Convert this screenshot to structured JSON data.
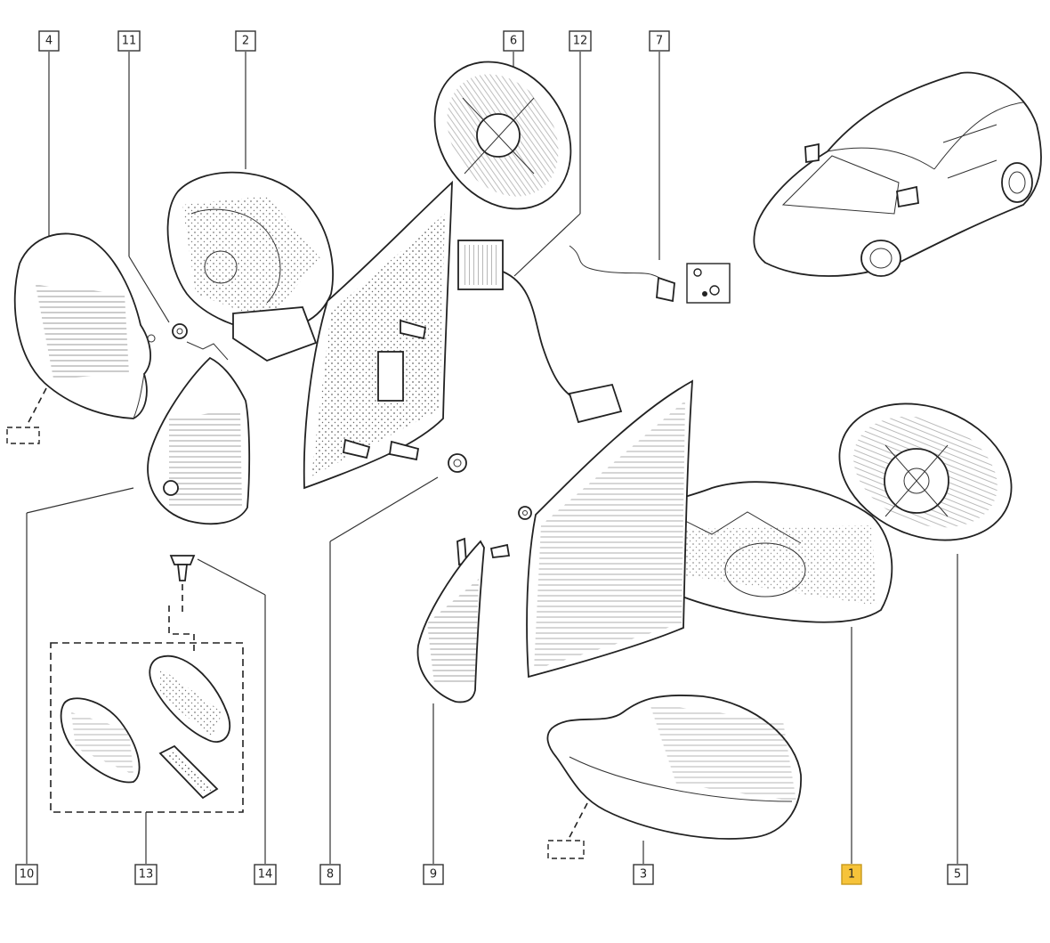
{
  "diagram": {
    "callouts": [
      {
        "id": "c4",
        "label": "4"
      },
      {
        "id": "c11",
        "label": "11"
      },
      {
        "id": "c2",
        "label": "2"
      },
      {
        "id": "c6",
        "label": "6"
      },
      {
        "id": "c12",
        "label": "12"
      },
      {
        "id": "c7",
        "label": "7"
      },
      {
        "id": "c10",
        "label": "10"
      },
      {
        "id": "c13",
        "label": "13"
      },
      {
        "id": "c14",
        "label": "14"
      },
      {
        "id": "c8",
        "label": "8"
      },
      {
        "id": "c9",
        "label": "9"
      },
      {
        "id": "c3",
        "label": "3"
      },
      {
        "id": "c1",
        "label": "1",
        "highlighted": true
      },
      {
        "id": "c5",
        "label": "5"
      }
    ],
    "highlight_color": "#f6c33a",
    "line_color": "#222222",
    "background_color": "#ffffff"
  }
}
